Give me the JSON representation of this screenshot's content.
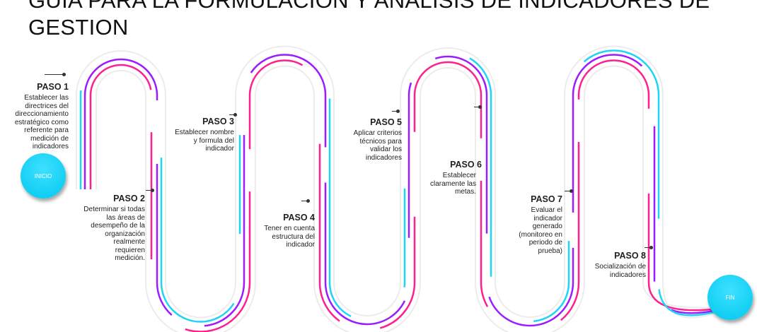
{
  "title": "GUIA PARA LA FORMULACION Y ANALISIS DE INDICADORES DE GESTION",
  "start_label": "INICIO",
  "end_label": "FIN",
  "colors": {
    "purple": "#9b1cff",
    "pink": "#ff1f8e",
    "cyan": "#1fd4f5",
    "track": "#ececec"
  },
  "steps": [
    {
      "title": "PASO 1",
      "text": "Establecer las directrices del direccionamiento estratégico como referente para medición de indicadores"
    },
    {
      "title": "PASO 2",
      "text": "Determinar si todas las áreas de desempeño de la organización realmente requieren medición."
    },
    {
      "title": "PASO 3",
      "text": "Establecer nombre y formula del indicador"
    },
    {
      "title": "PASO 4",
      "text": "Tener en cuenta estructura del indicador"
    },
    {
      "title": "PASO 5",
      "text": "Aplicar criterios técnicos para validar los indicadores"
    },
    {
      "title": "PASO 6",
      "text": "Establecer claramente las metas."
    },
    {
      "title": "PASO 7",
      "text": "Evaluar el indicador generado (monitoreo en periodo de prueba)"
    },
    {
      "title": "PASO 8",
      "text": "Socialización de indicadores"
    }
  ]
}
